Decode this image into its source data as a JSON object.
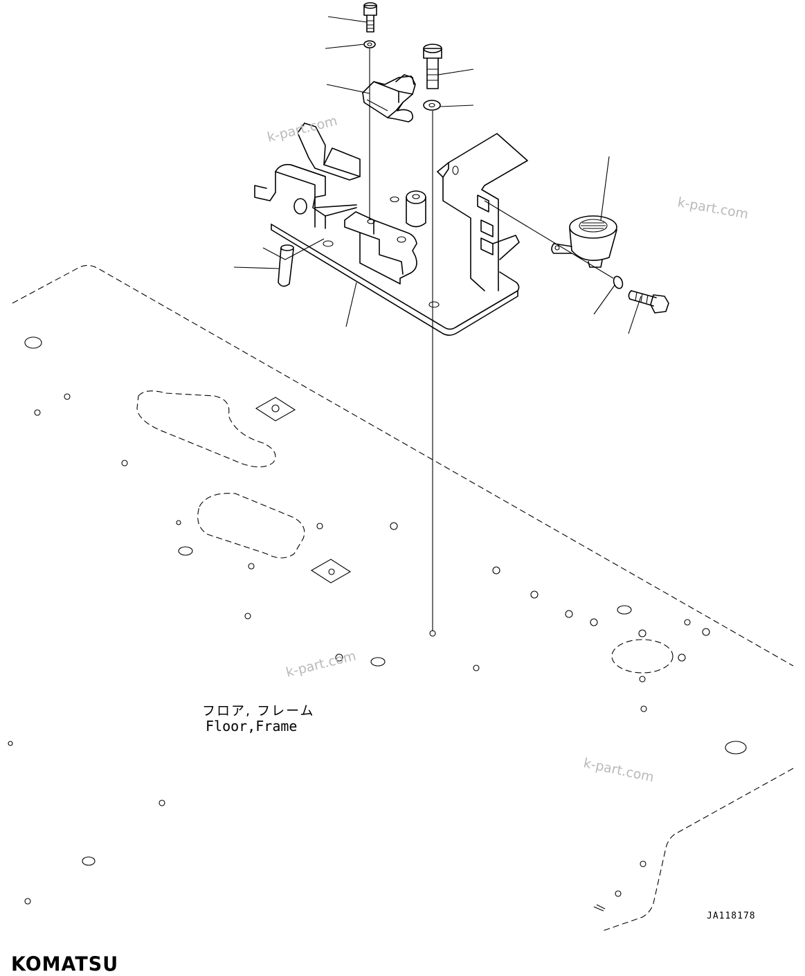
{
  "caption": {
    "japanese": "フロア, フレーム",
    "english": "Floor,Frame"
  },
  "drawing_number": "JA118178",
  "brand_logo": "KOMATSU",
  "watermark": "k-part.com"
}
